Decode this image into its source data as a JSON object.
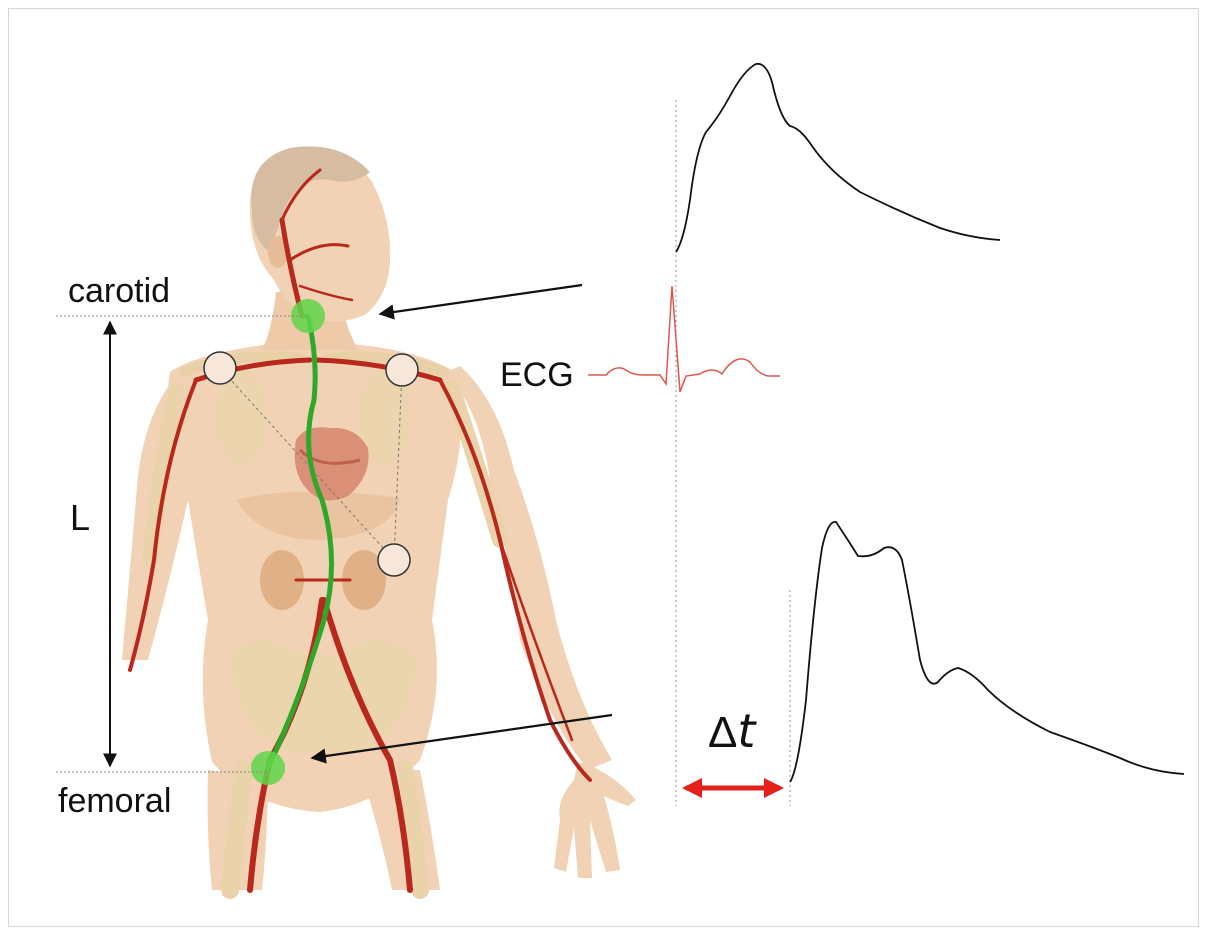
{
  "labels": {
    "carotid": "carotid",
    "femoral": "femoral",
    "length": "L",
    "ecg": "ECG",
    "delta_symbol": "Δ",
    "delta_var": "t"
  },
  "colors": {
    "skin": "#f1d2b4",
    "skin_shadow": "#e2b693",
    "artery": "#b8281c",
    "path": "#2ea82a",
    "site_marker": "#5fd64a",
    "ecg_trace": "#e0564e",
    "delta_arrow": "#e4211b",
    "waveform": "#111111",
    "guide_line": "#9a9a9a"
  },
  "icons": {
    "arrow": "double-headed-arrow",
    "pointer": "pointer-arrow"
  }
}
